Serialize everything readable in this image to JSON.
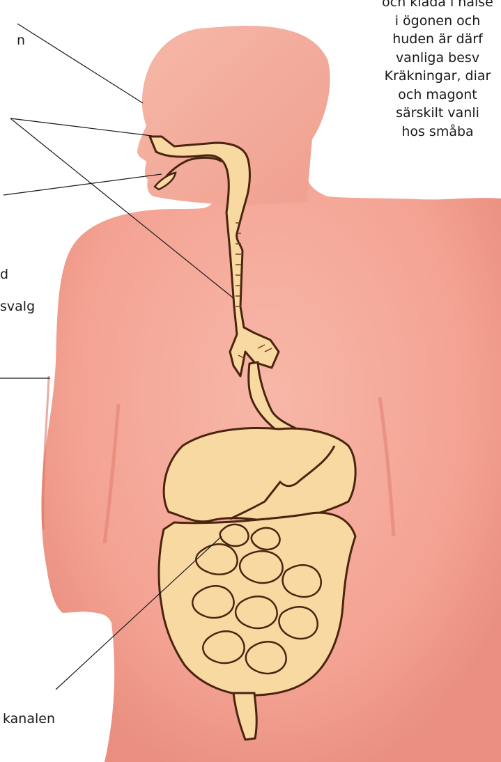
{
  "labels": {
    "mouth": "n",
    "throat": "d",
    "throat2": "svalg",
    "gut": "kanalen"
  },
  "side_text": {
    "lines": [
      "och klåda i halse",
      "i ögonen och",
      "huden är därf",
      "vanliga besv",
      "Kräkningar, diar",
      "och magont",
      "särskilt vanli",
      "hos småba"
    ]
  },
  "colors": {
    "body_skin": "#f4a89a",
    "body_shadow": "#e4877a",
    "organ_fill": "#f8d9a2",
    "organ_outline": "#4a2410",
    "text": "#1a1a1a"
  }
}
